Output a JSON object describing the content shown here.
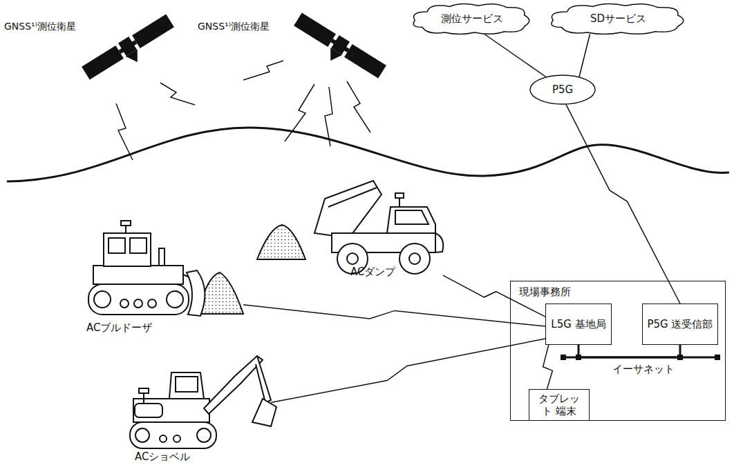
{
  "diagram": {
    "nodes": [
      {
        "text": [
          "測位サービス"
        ]
      },
      {
        "text": [
          "SDサービス"
        ]
      },
      {
        "text": [
          "P5G"
        ]
      },
      {
        "text": [
          "ACダンプ"
        ]
      },
      {
        "text": [
          "ACブルドーザ"
        ]
      },
      {
        "text": [
          "ACショベル"
        ]
      },
      {
        "text": [
          "現場事務所"
        ]
      },
      {
        "text": [
          "L5G 基地局"
        ],
        "in": 6
      },
      {
        "text": [
          "P5G 送受信部"
        ],
        "in": 6
      },
      {
        "text": [
          "タブレット 端末"
        ],
        "in": 6
      }
    ],
    "edges": [
      {
        "from": 0,
        "to": 2,
        "arrow": "none"
      },
      {
        "from": 1,
        "to": 2,
        "arrow": "none"
      },
      {
        "from": 2,
        "to": 8,
        "arrow": "none"
      },
      {
        "from": 3,
        "to": 7,
        "arrow": "none"
      },
      {
        "from": 4,
        "to": 7,
        "arrow": "none"
      },
      {
        "from": 5,
        "to": 7,
        "arrow": "none"
      },
      {
        "from": 9,
        "to": 7,
        "arrow": "none"
      },
      {
        "from": 7,
        "to": 8,
        "label": "イーサネット",
        "arrow": "none"
      }
    ],
    "labels": [
      "GNSS¹⁾測位衛星",
      "GNSS¹⁾測位衛星"
    ]
  }
}
